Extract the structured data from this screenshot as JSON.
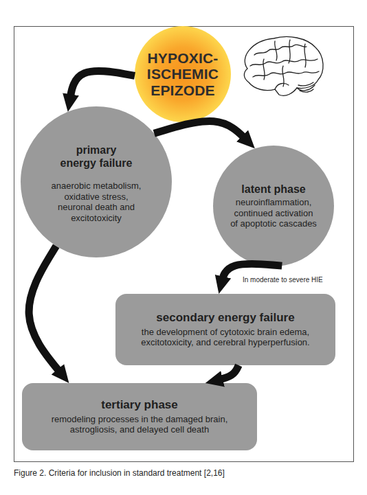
{
  "diagram": {
    "caption": "Figure 2. Criteria for inclusion in standard treatment [2,16]",
    "nodes": [
      {
        "text": [
          "HYPOXIC- ISCHEMIC EPIZODE"
        ]
      },
      {
        "text": [
          "primary energy failure",
          "anaerobic metabolism, oxidative stress, neuronal death and excitotoxicity"
        ]
      },
      {
        "text": [
          "latent phase",
          "neuroinflammation, continued activation of apoptotic cascades"
        ]
      },
      {
        "text": [
          "secondary energy failure",
          "the development of cytotoxic brain edema, excitotoxicity, and cerebral hyperperfusion."
        ]
      },
      {
        "text": [
          "tertiary phase",
          "remodeling processes in the damaged brain, astrogliosis, and delayed cell death"
        ]
      }
    ],
    "edges": [
      {
        "from": 0,
        "to": 1,
        "arrow": "to"
      },
      {
        "from": 1,
        "to": 2,
        "arrow": "to"
      },
      {
        "from": 2,
        "to": 3,
        "arrow": "to"
      },
      {
        "from": 1,
        "to": 4,
        "arrow": "to"
      },
      {
        "from": 3,
        "to": 4,
        "arrow": "to"
      }
    ],
    "labels": [
      "In moderate to severe HIE"
    ]
  }
}
